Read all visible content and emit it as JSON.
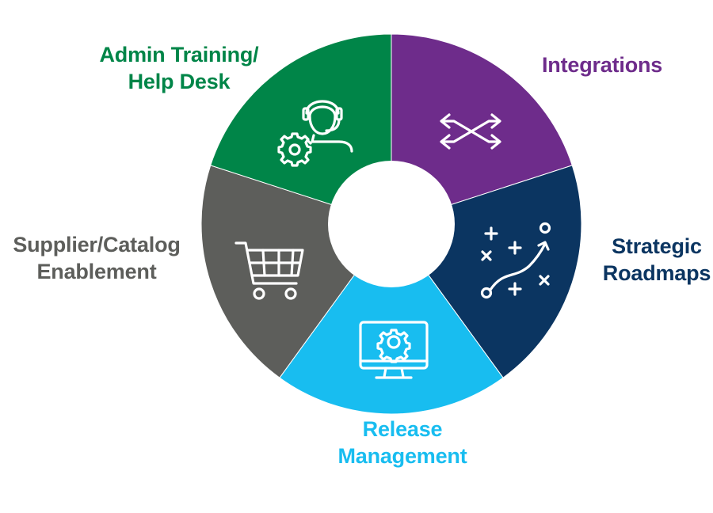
{
  "segments": [
    {
      "id": "integrations",
      "lines": [
        "Integrations"
      ],
      "color": "#6e2c8b",
      "icon": "shuffle-arrows-icon"
    },
    {
      "id": "strategic",
      "lines": [
        "Strategic",
        "Roadmaps"
      ],
      "color": "#0b3561",
      "icon": "strategy-play-icon"
    },
    {
      "id": "release",
      "lines": [
        "Release",
        "Management"
      ],
      "color": "#18bdf0",
      "icon": "monitor-gear-icon"
    },
    {
      "id": "supplier",
      "lines": [
        "Supplier/Catalog",
        "Enablement"
      ],
      "color": "#5d5e5b",
      "icon": "shopping-cart-icon"
    },
    {
      "id": "admin",
      "lines": [
        "Admin Training/",
        "Help Desk"
      ],
      "color": "#008548",
      "icon": "headset-gear-icon"
    }
  ]
}
